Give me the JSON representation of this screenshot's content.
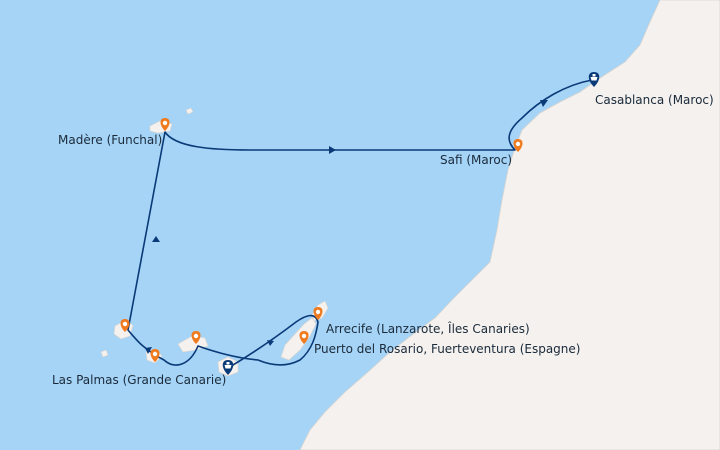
{
  "map": {
    "route_color": "#0a3a78",
    "port_marker_color": "#f07a1e",
    "home_port_marker_color": "#0a3a78",
    "sea_color": "#a6d4f7",
    "land_color": "#f4f1ee",
    "ports": [
      {
        "id": "madere",
        "name": "Madère (Funchal)",
        "marker": "port-pin"
      },
      {
        "id": "safi",
        "name": "Safi (Maroc)",
        "marker": "port-pin"
      },
      {
        "id": "casablanca",
        "name": "Casablanca (Maroc)",
        "marker": "ship-pin"
      },
      {
        "id": "arrecife",
        "name": "Arrecife (Lanzarote, Îles Canaries)",
        "marker": "port-pin"
      },
      {
        "id": "puerto",
        "name": "Puerto del Rosario, Fuerteventura (Espagne)",
        "marker": "port-pin"
      },
      {
        "id": "laspalmas",
        "name": "Las Palmas (Grande Canarie)",
        "marker": "port-pin"
      }
    ]
  }
}
